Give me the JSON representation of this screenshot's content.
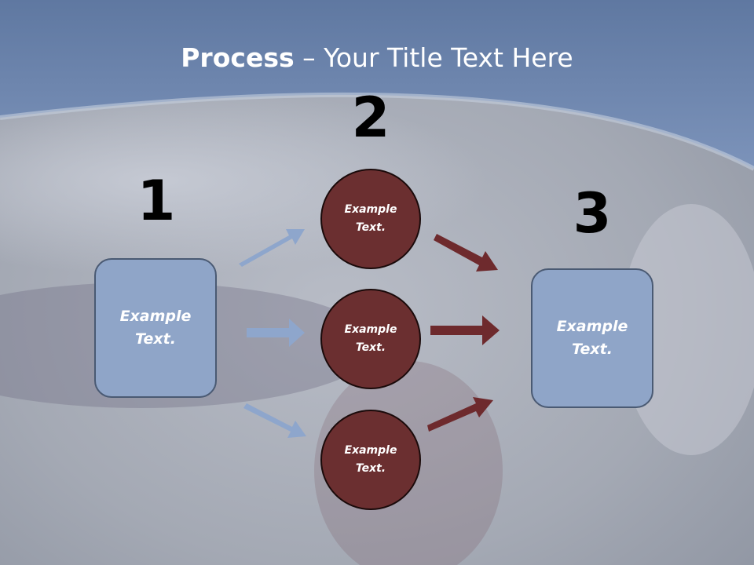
{
  "title": {
    "bold": "Process",
    "rest": " – Your Title Text Here"
  },
  "steps": [
    {
      "number": "1",
      "text": "Example\nText."
    },
    {
      "number": "2",
      "text": "Example\nText."
    },
    {
      "number": "3",
      "text": "Example\nText."
    }
  ],
  "circles": [
    {
      "text": "Example\nText."
    },
    {
      "text": "Example\nText."
    },
    {
      "text": "Example\nText."
    }
  ],
  "colors": {
    "header_blue": "#6f86ad",
    "box_fill": "#8fa5c8",
    "circle_fill": "#6b2f30",
    "arrow_blue": "#8ea6cc",
    "arrow_red": "#6e2a2d"
  }
}
